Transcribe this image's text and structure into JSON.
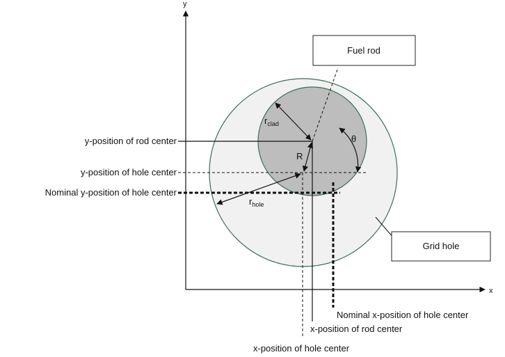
{
  "axes": {
    "x_label": "x",
    "y_label": "y"
  },
  "boxes": {
    "fuel_rod": "Fuel rod",
    "grid_hole": "Grid hole"
  },
  "labels": {
    "y_rod_center": "y-position of rod center",
    "y_hole_center": "y-position of hole center",
    "nominal_y_hole_center": "Nominal y-position of hole center",
    "nominal_x_hole_center": "Nominal x-position of hole center",
    "x_rod_center": "x-position of rod center",
    "x_hole_center": "x-position of hole center"
  },
  "symbols": {
    "r_clad_base": "r",
    "r_clad_sub": "clad",
    "r_hole_base": "r",
    "r_hole_sub": "hole",
    "R": "R",
    "theta": "θ"
  },
  "colors": {
    "grid_hole_fill": "#f1f1f1",
    "fuel_rod_fill": "#bdbdbd",
    "circle_stroke": "#3c6e55",
    "line": "#111111"
  }
}
